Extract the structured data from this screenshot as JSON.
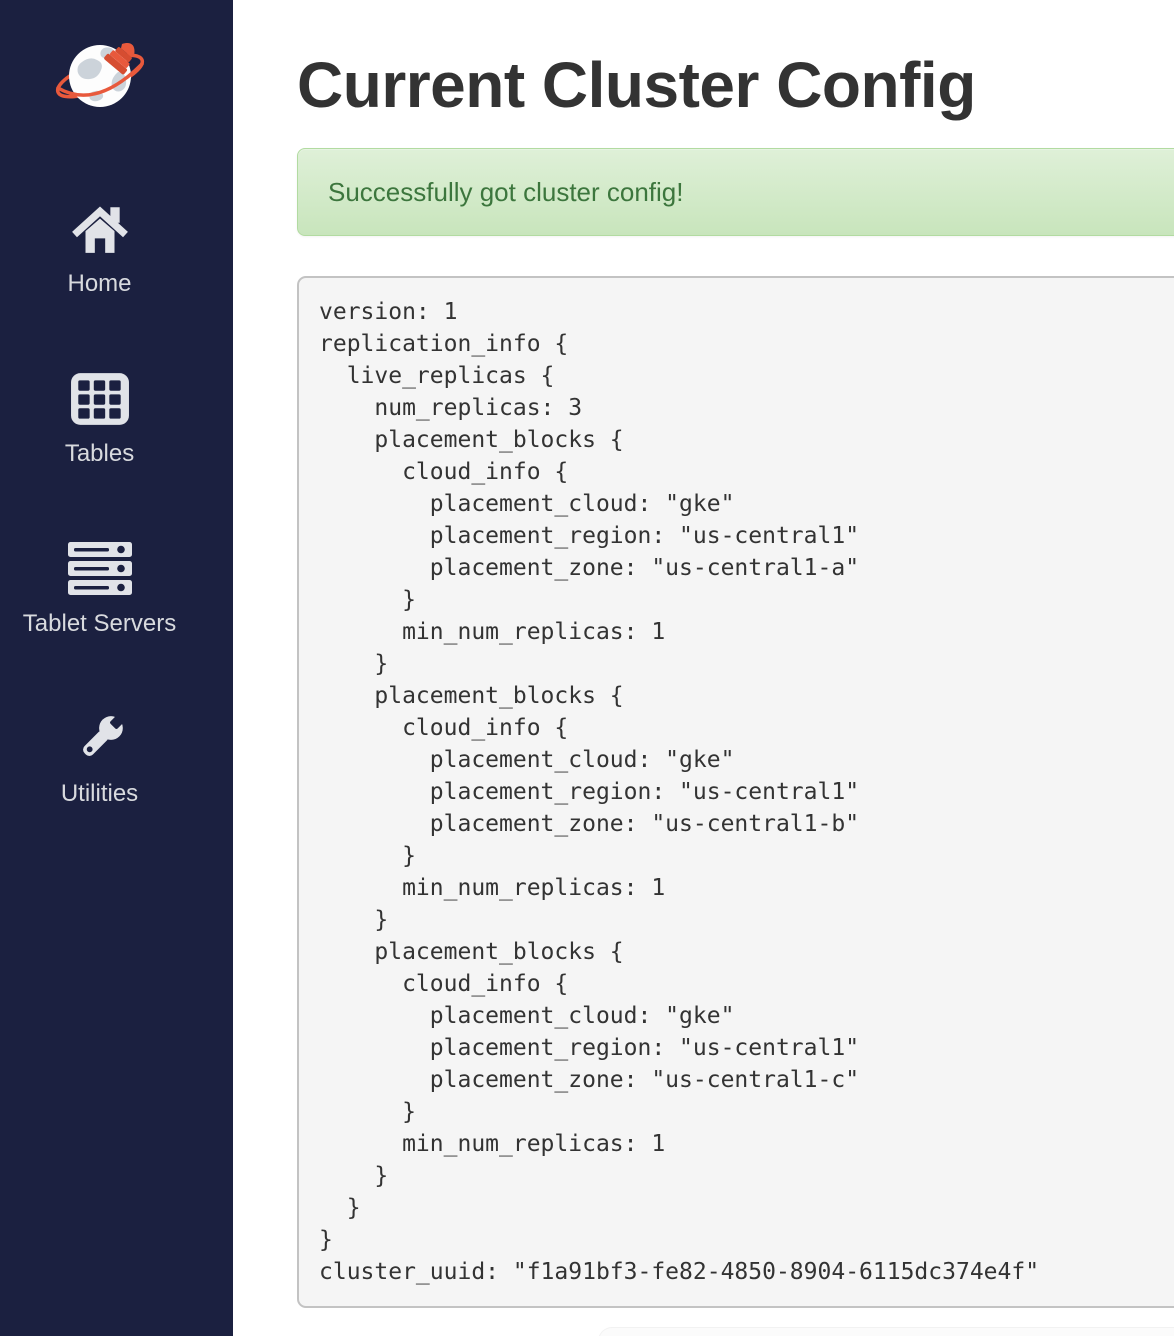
{
  "colors": {
    "sidebar_bg": "#1b2040",
    "sidebar_text": "#d8dade",
    "icon_fill": "#e1e3e8",
    "logo_orange": "#e8593c",
    "alert_bg_top": "#dff0d8",
    "alert_bg_bottom": "#c8e5bc",
    "alert_border": "#b2dba1",
    "alert_text": "#3c763d",
    "title_text": "#333333",
    "code_bg": "#f5f5f5",
    "code_border": "#c3c3c3",
    "code_text": "#333333"
  },
  "sidebar": {
    "logo": "yugabytedb-rocket-globe",
    "items": [
      {
        "label": "Home",
        "icon": "home-icon"
      },
      {
        "label": "Tables",
        "icon": "tables-icon"
      },
      {
        "label": "Tablet Servers",
        "icon": "tablet-servers-icon"
      },
      {
        "label": "Utilities",
        "icon": "utilities-icon"
      }
    ]
  },
  "main": {
    "title": "Current Cluster Config",
    "alert": {
      "message": "Successfully got cluster config!"
    },
    "config_text_lines": [
      "version: 1",
      "replication_info {",
      "  live_replicas {",
      "    num_replicas: 3",
      "    placement_blocks {",
      "      cloud_info {",
      "        placement_cloud: \"gke\"",
      "        placement_region: \"us-central1\"",
      "        placement_zone: \"us-central1-a\"",
      "      }",
      "      min_num_replicas: 1",
      "    }",
      "    placement_blocks {",
      "      cloud_info {",
      "        placement_cloud: \"gke\"",
      "        placement_region: \"us-central1\"",
      "        placement_zone: \"us-central1-b\"",
      "      }",
      "      min_num_replicas: 1",
      "    }",
      "    placement_blocks {",
      "      cloud_info {",
      "        placement_cloud: \"gke\"",
      "        placement_region: \"us-central1\"",
      "        placement_zone: \"us-central1-c\"",
      "      }",
      "      min_num_replicas: 1",
      "    }",
      "  }",
      "}",
      "cluster_uuid: \"f1a91bf3-fe82-4850-8904-6115dc374e4f\""
    ],
    "cluster_config": {
      "version": 1,
      "num_replicas": 3,
      "placement_cloud": "gke",
      "placement_region": "us-central1",
      "placement_zones": [
        "us-central1-a",
        "us-central1-b",
        "us-central1-c"
      ],
      "min_num_replicas_per_block": 1,
      "cluster_uuid": "f1a91bf3-fe82-4850-8904-6115dc374e4f"
    }
  }
}
